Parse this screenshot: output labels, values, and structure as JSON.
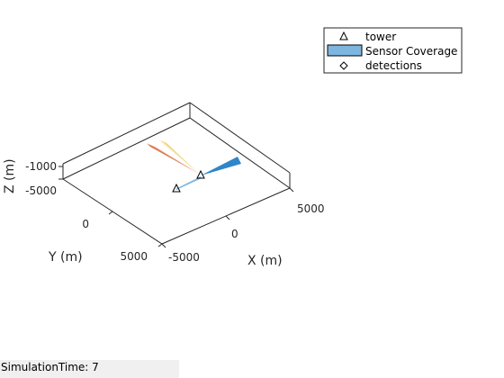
{
  "chart_data": {
    "type": "scatter",
    "xlabel": "X (m)",
    "ylabel": "Y (m)",
    "zlabel": "Z (m)",
    "x_ticks": [
      "-5000",
      "0",
      "5000"
    ],
    "y_ticks": [
      "5000",
      "0"
    ],
    "z_ticks": [
      "-1000",
      "-5000"
    ],
    "legend": {
      "placement": "top-right",
      "entries": [
        {
          "label": "tower",
          "marker": "triangle-icon"
        },
        {
          "label": "Sensor Coverage",
          "marker": "patch",
          "color": "#7eb6e0"
        },
        {
          "label": "detections",
          "marker": "diamond-icon"
        }
      ]
    },
    "series": [
      {
        "name": "tower",
        "marker": "triangle",
        "points": [
          {
            "x": -1800,
            "y": 1200,
            "z": 0
          },
          {
            "x": 0,
            "y": 2000,
            "z": 0
          }
        ]
      }
    ],
    "sensor_coverage": [
      {
        "color": "#2f86c8"
      },
      {
        "color": "#e8b53c"
      },
      {
        "color": "#d9683a"
      }
    ],
    "colors": {
      "axes": "#262626",
      "status_bar": "#f0f0f0"
    }
  },
  "status": {
    "simulation_time": "SimulationTime: 7"
  }
}
